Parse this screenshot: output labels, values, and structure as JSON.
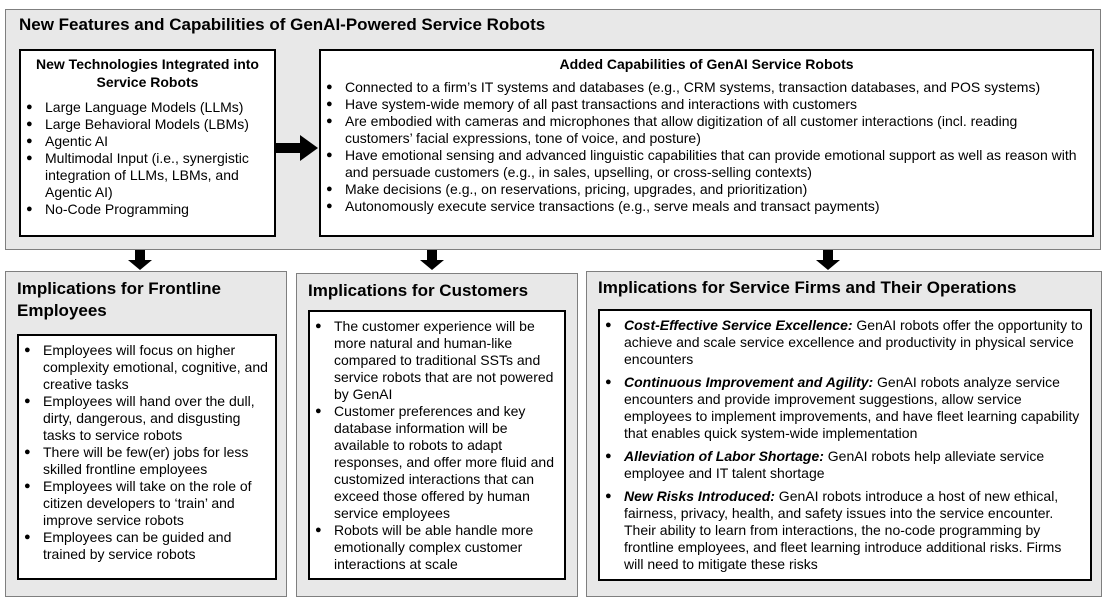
{
  "top": {
    "title": "New Features and Capabilities of GenAI-Powered Service Robots",
    "left_box": {
      "title": "New Technologies Integrated into Service Robots",
      "items": [
        "Large Language Models (LLMs)",
        "Large Behavioral Models (LBMs)",
        "Agentic AI",
        "Multimodal Input (i.e., synergistic integration of LLMs, LBMs, and Agentic AI)",
        "No-Code Programming"
      ]
    },
    "right_box": {
      "title": "Added Capabilities of GenAI Service Robots",
      "items": [
        "Connected to a firm’s IT systems and databases (e.g., CRM systems, transaction databases, and POS systems)",
        "Have system-wide memory of all past transactions and interactions with customers",
        "Are embodied with cameras and microphones that allow digitization of all customer interactions (incl. reading customers’ facial expressions, tone of voice, and posture)",
        "Have emotional sensing and advanced linguistic capabilities that can provide emotional support as well as reason with and persuade customers (e.g., in sales, upselling, or cross-selling contexts)",
        "Make decisions (e.g., on reservations, pricing, upgrades, and prioritization)",
        "Autonomously execute service transactions (e.g., serve meals and transact payments)"
      ]
    }
  },
  "employees": {
    "title": "Implications for Frontline Employees",
    "items": [
      "Employees will focus on higher complexity emotional, cognitive, and creative tasks",
      "Employees will hand over the dull, dirty, dangerous, and disgusting tasks to service robots",
      "There will be few(er) jobs for less skilled frontline employees",
      "Employees will take on the role of citizen developers to ‘train’ and improve service robots",
      "Employees can be guided and trained by service robots"
    ]
  },
  "customers": {
    "title": "Implications for Customers",
    "items": [
      "The customer experience will be more natural and human-like compared to traditional SSTs and service robots that are not powered by GenAI",
      "Customer preferences and key database information will be available to robots to adapt responses, and offer more fluid and customized interactions that can exceed those offered by human service employees",
      "Robots will be able handle more emotionally complex customer interactions at scale"
    ]
  },
  "firms": {
    "title": "Implications for Service Firms and Their Operations",
    "items": [
      {
        "lead": "Cost-Effective Service Excellence:",
        "text": " GenAI robots offer the opportunity to achieve and scale service excellence and productivity in physical service encounters"
      },
      {
        "lead": "Continuous Improvement and Agility:",
        "text": " GenAI robots analyze service encounters and provide improvement suggestions, allow service employees to implement improvements, and have fleet learning capability that enables quick system-wide implementation"
      },
      {
        "lead": "Alleviation of Labor Shortage:",
        "text": " GenAI robots help alleviate service employee and IT talent shortage"
      },
      {
        "lead": "New Risks Introduced:",
        "text": " GenAI robots introduce a host of new ethical, fairness, privacy, health, and safety issues into the service encounter. Their ability to learn from interactions, the no-code programming by frontline employees, and fleet learning introduce additional risks. Firms will need to mitigate these risks"
      }
    ]
  }
}
